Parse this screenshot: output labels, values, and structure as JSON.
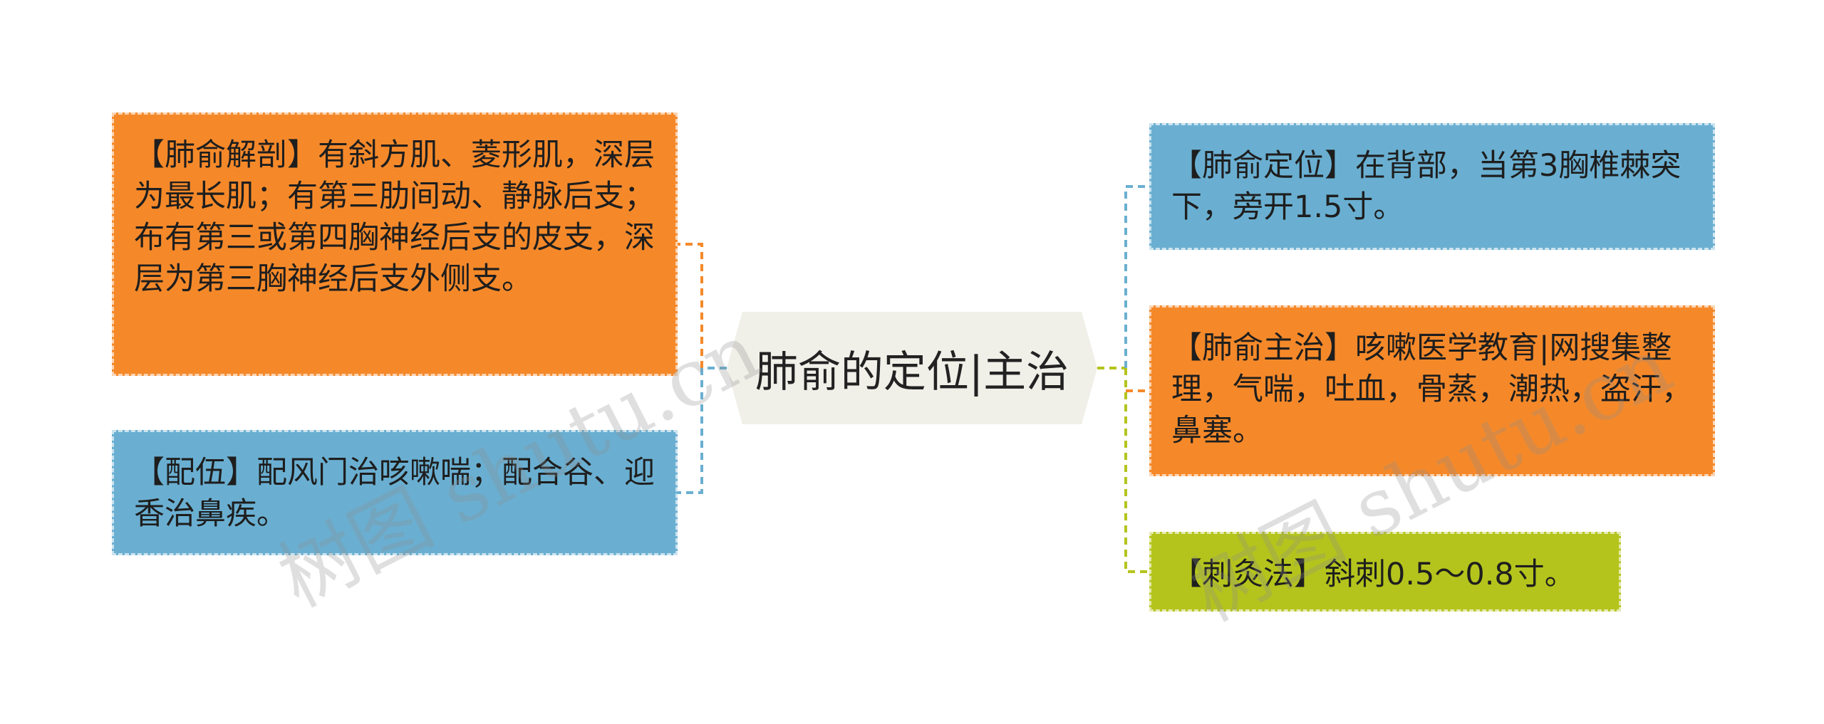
{
  "center": {
    "title": "肺俞的定位|主治"
  },
  "left_nodes": [
    {
      "text": "【肺俞解剖】有斜方肌、菱形肌，深层为最长肌；有第三肋间动、静脉后支；布有第三或第四胸神经后支的皮支，深层为第三胸神经后支外侧支。",
      "color": "#f5892a"
    },
    {
      "text": "【配伍】配风门治咳嗽喘；配合谷、迎香治鼻疾。",
      "color": "#6aafd1"
    }
  ],
  "right_nodes": [
    {
      "text": "【肺俞定位】在背部，当第3胸椎棘突下，旁开1.5寸。",
      "color": "#6aafd1"
    },
    {
      "text": "【肺俞主治】咳嗽医学教育|网搜集整理，气喘，吐血，骨蒸，潮热，盗汗，鼻塞。",
      "color": "#f5892a"
    },
    {
      "text": "【刺灸法】斜刺0.5～0.8寸。",
      "color": "#b5c41c"
    }
  ],
  "watermarks": [
    {
      "text": "树图 shutu.cn"
    },
    {
      "text": "树图 shutu.cn"
    }
  ],
  "colors": {
    "orange": "#f5892a",
    "blue": "#6aafd1",
    "green": "#b5c41c",
    "center_fill": "#f0efe8"
  }
}
